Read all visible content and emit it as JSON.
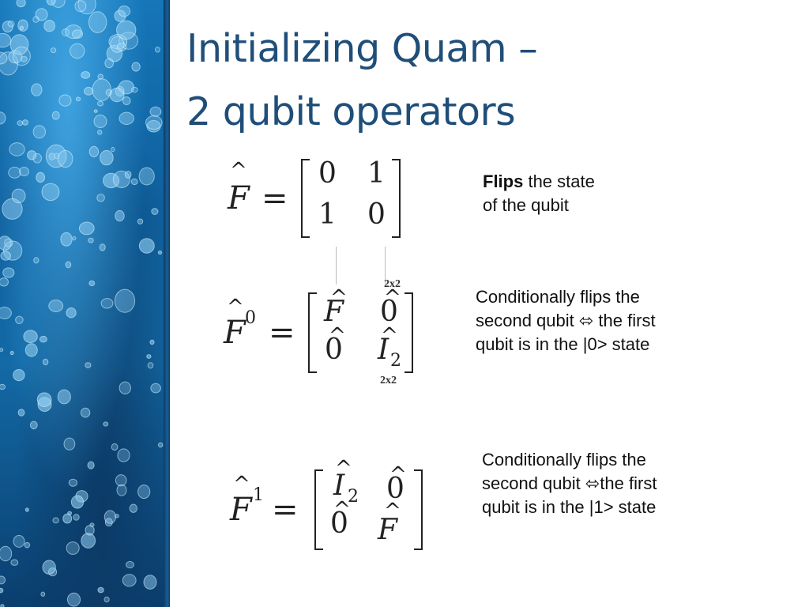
{
  "slide": {
    "title_line1": "Initializing Quam –",
    "title_line2": "2 qubit operators"
  },
  "equations": {
    "f": {
      "lhs": "F",
      "eq": "=",
      "m11": "0",
      "m12": "1",
      "m21": "1",
      "m22": "0"
    },
    "f0": {
      "lhs": "F",
      "sup": "0",
      "eq": "=",
      "m11": "F",
      "m12": "0",
      "m21": "0",
      "m22": "I",
      "m22_sub": "2",
      "size_top": "2x2",
      "size_bottom": "2x2"
    },
    "f1": {
      "lhs": "F",
      "sup": "1",
      "eq": "=",
      "m11": "I",
      "m11_sub": "2",
      "m12": "0",
      "m21": "0",
      "m22": "F"
    }
  },
  "notes": {
    "flips_bold": "Flips",
    "flips_rest_1": " the state",
    "flips_rest_2": "of the qubit",
    "cond0_line1": "Conditionally flips the",
    "cond0_line2": "second qubit ⬄ the first",
    "cond0_line3": "qubit is in the |0> state",
    "cond1_line1": "Conditionally flips the",
    "cond1_line2": "second qubit ⬄the first",
    "cond1_line3": "qubit is in the |1> state"
  },
  "colors": {
    "title": "#1f4e79",
    "side_panel": "#136aa6"
  }
}
